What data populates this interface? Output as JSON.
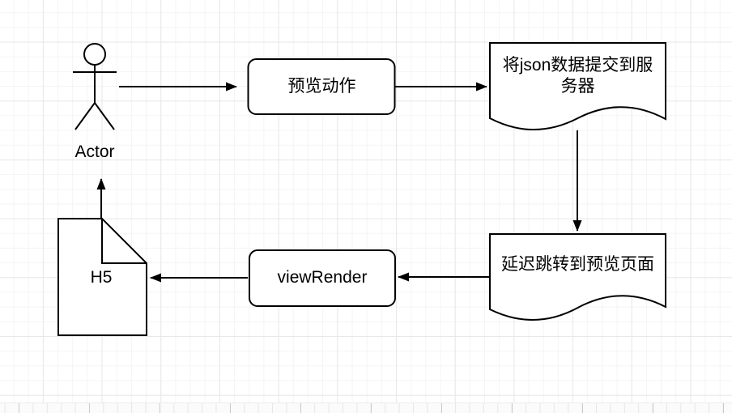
{
  "diagram": {
    "type": "flowchart",
    "actor": {
      "label": "Actor"
    },
    "nodes": {
      "preview_action": {
        "label": "预览动作",
        "shape": "rounded-rectangle"
      },
      "submit_json": {
        "label": "将json数据提交到服务器",
        "shape": "document"
      },
      "delay_redirect": {
        "label": "延迟跳转到预览页面",
        "shape": "document"
      },
      "view_render": {
        "label": "viewRender",
        "shape": "rounded-rectangle"
      },
      "h5": {
        "label": "H5",
        "shape": "note"
      }
    },
    "edges": [
      {
        "from": "actor",
        "to": "preview_action",
        "direction": "right"
      },
      {
        "from": "preview_action",
        "to": "submit_json",
        "direction": "right"
      },
      {
        "from": "submit_json",
        "to": "delay_redirect",
        "direction": "down"
      },
      {
        "from": "delay_redirect",
        "to": "view_render",
        "direction": "left"
      },
      {
        "from": "view_render",
        "to": "h5",
        "direction": "left"
      },
      {
        "from": "h5",
        "to": "actor",
        "direction": "up"
      }
    ],
    "colors": {
      "stroke": "#000000",
      "node_fill": "#ffffff",
      "grid_minor": "#f4f4f4",
      "grid_major": "#e8e8e8",
      "canvas": "#ffffff"
    }
  }
}
